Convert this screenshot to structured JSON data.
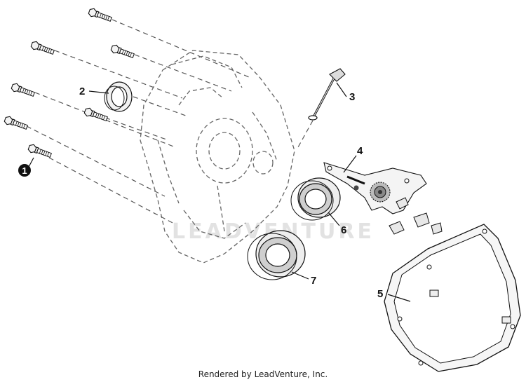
{
  "diagram": {
    "callouts": [
      "1",
      "2",
      "3",
      "4",
      "5",
      "6",
      "7"
    ],
    "watermark": "LEADVENTURE",
    "footer": "Rendered by LeadVenture, Inc.",
    "colors": {
      "line": "#111111",
      "dashed": "#555555",
      "part_fill": "#f2f2f2",
      "part_dark": "#444444",
      "callout_badge": "#111111",
      "watermark": "#e2e2e2"
    }
  }
}
